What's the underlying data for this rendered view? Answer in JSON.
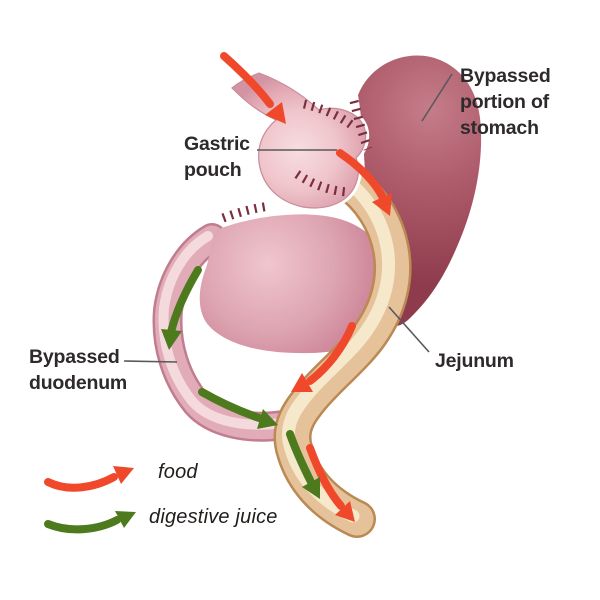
{
  "diagram": {
    "labels": {
      "bypassed_stomach": {
        "lines": [
          "Bypassed",
          "portion of",
          "stomach"
        ]
      },
      "gastric_pouch": {
        "lines": [
          "Gastric",
          "pouch"
        ]
      },
      "bypassed_duodenum": {
        "lines": [
          "Bypassed",
          "duodenum"
        ]
      },
      "jejunum": "Jejunum"
    },
    "legend": {
      "food": {
        "label": "food",
        "icon": "red-curved-arrow"
      },
      "digestive_juice": {
        "label": "digestive juice",
        "icon": "green-curved-arrow"
      }
    },
    "colors": {
      "background": "#ffffff",
      "food_arrow": "#f0482a",
      "digestive_juice_arrow": "#4c7a1d",
      "staple": "#7b2e3f",
      "pointer_line": "#58595b",
      "label_text": "#2e2a2c",
      "stomach_fundus": "#a85162",
      "stomach_body": "#d795a3",
      "gastric_pouch": "#eec3c9",
      "duodenum": "#e2abb8",
      "jejunum": "#e6c29a"
    }
  }
}
